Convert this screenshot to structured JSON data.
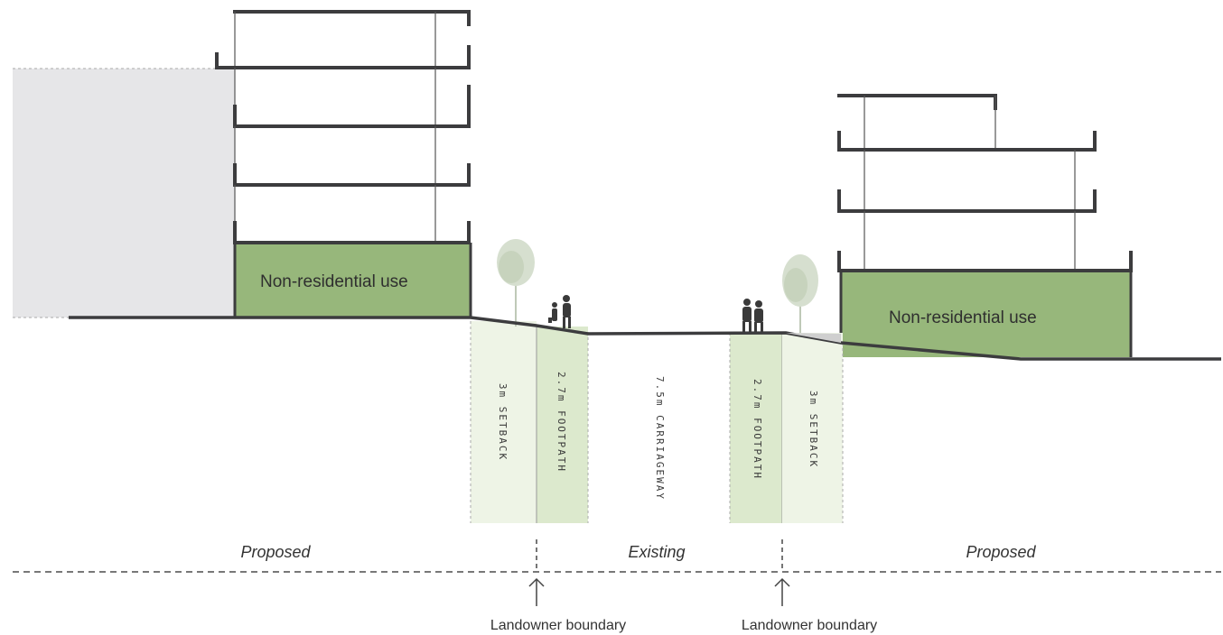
{
  "buildings": {
    "left_use_label": "Non-residential use",
    "right_use_label": "Non-residential use"
  },
  "zones": {
    "left_setback": "3m SETBACK",
    "left_footpath": "2.7m FOOTPATH",
    "carriageway": "7.5m CARRIAGEWAY",
    "right_footpath": "2.7m FOOTPATH",
    "right_setback": "3m SETBACK"
  },
  "status": {
    "left": "Proposed",
    "middle": "Existing",
    "right": "Proposed"
  },
  "boundaries": {
    "left": "Landowner boundary",
    "right": "Landowner boundary"
  },
  "colors": {
    "use_fill": "#97b77b",
    "zone_fill": "#eef4e6",
    "footpath_fill": "#dce9cd",
    "structure": "#3c3c3e",
    "existing_block": "#e6e6e8"
  }
}
